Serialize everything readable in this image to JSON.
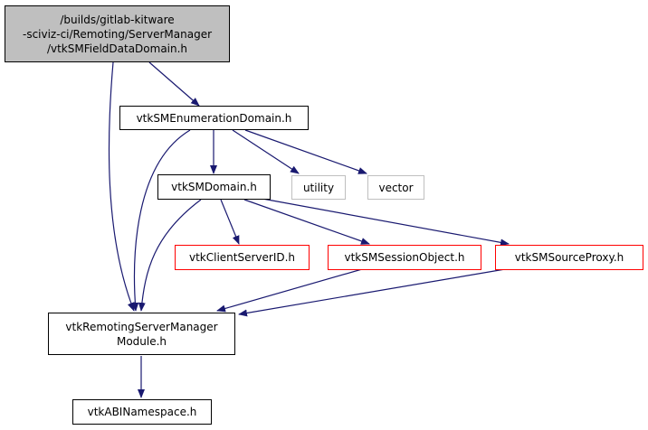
{
  "diagram": {
    "type": "include-dependency-graph",
    "colors": {
      "edge": "#191970",
      "root_fill": "#bfbfbf",
      "normal_border": "#000000",
      "external_border": "#bfbfbf",
      "truncated_border": "#ff0000"
    },
    "nodes": {
      "root": {
        "label": "/builds/gitlab-kitware\n-sciviz-ci/Remoting/ServerManager\n/vtkSMFieldDataDomain.h"
      },
      "enum": {
        "label": "vtkSMEnumerationDomain.h"
      },
      "domain": {
        "label": "vtkSMDomain.h"
      },
      "utility": {
        "label": "utility"
      },
      "vector": {
        "label": "vector"
      },
      "csid": {
        "label": "vtkClientServerID.h"
      },
      "session": {
        "label": "vtkSMSessionObject.h"
      },
      "source": {
        "label": "vtkSMSourceProxy.h"
      },
      "module": {
        "label": "vtkRemotingServerManager\nModule.h"
      },
      "abi": {
        "label": "vtkABINamespace.h"
      }
    },
    "edges": [
      [
        "root",
        "enum"
      ],
      [
        "root",
        "module"
      ],
      [
        "enum",
        "domain"
      ],
      [
        "enum",
        "utility"
      ],
      [
        "enum",
        "vector"
      ],
      [
        "enum",
        "module"
      ],
      [
        "domain",
        "csid"
      ],
      [
        "domain",
        "session"
      ],
      [
        "domain",
        "source"
      ],
      [
        "domain",
        "module"
      ],
      [
        "session",
        "module"
      ],
      [
        "source",
        "module"
      ],
      [
        "module",
        "abi"
      ]
    ]
  }
}
